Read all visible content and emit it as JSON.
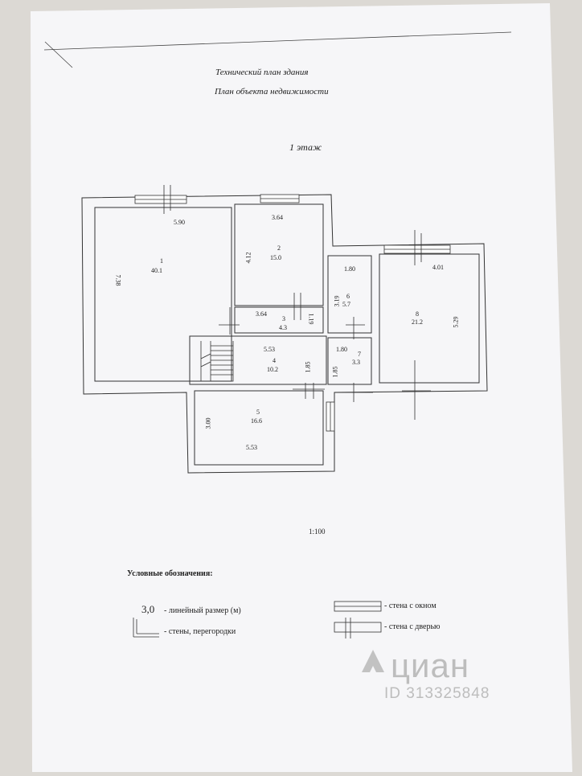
{
  "document": {
    "title": "Технический план здания",
    "subtitle": "План объекта недвижимости",
    "floor": "1 этаж",
    "scale": "1:100"
  },
  "plan": {
    "dims": {
      "r1_top": "5.90",
      "r1_side": "7.38",
      "r2_top": "3.64",
      "r2_side": "4.12",
      "r3_top": "3.64",
      "r3_side": "1.19",
      "r4_top": "5.53",
      "r4_side": "1.85",
      "r5_bottom": "5.53",
      "r5_side": "3.00",
      "r6_top": "1.80",
      "r6_side": "3.19",
      "r7_top": "1.80",
      "r7_side": "1.85",
      "r8_top": "4.01",
      "r8_side": "5.29"
    },
    "rooms": [
      {
        "number": "1",
        "area": "40.1"
      },
      {
        "number": "2",
        "area": "15.0"
      },
      {
        "number": "3",
        "area": "4.3"
      },
      {
        "number": "4",
        "area": "10.2"
      },
      {
        "number": "5",
        "area": "16.6"
      },
      {
        "number": "6",
        "area": "5.7"
      },
      {
        "number": "7",
        "area": "3.3"
      },
      {
        "number": "8",
        "area": "21.2"
      }
    ]
  },
  "legend": {
    "heading": "Условные обозначения:",
    "dim_sample": "3,0",
    "dim_label": "- линейный размер (м)",
    "walls_label": "- стены, перегородки",
    "window_label": "- стена с окном",
    "door_label": "- стена с дверью"
  },
  "watermark": {
    "brand": "циан",
    "id": "ID 313325848"
  }
}
